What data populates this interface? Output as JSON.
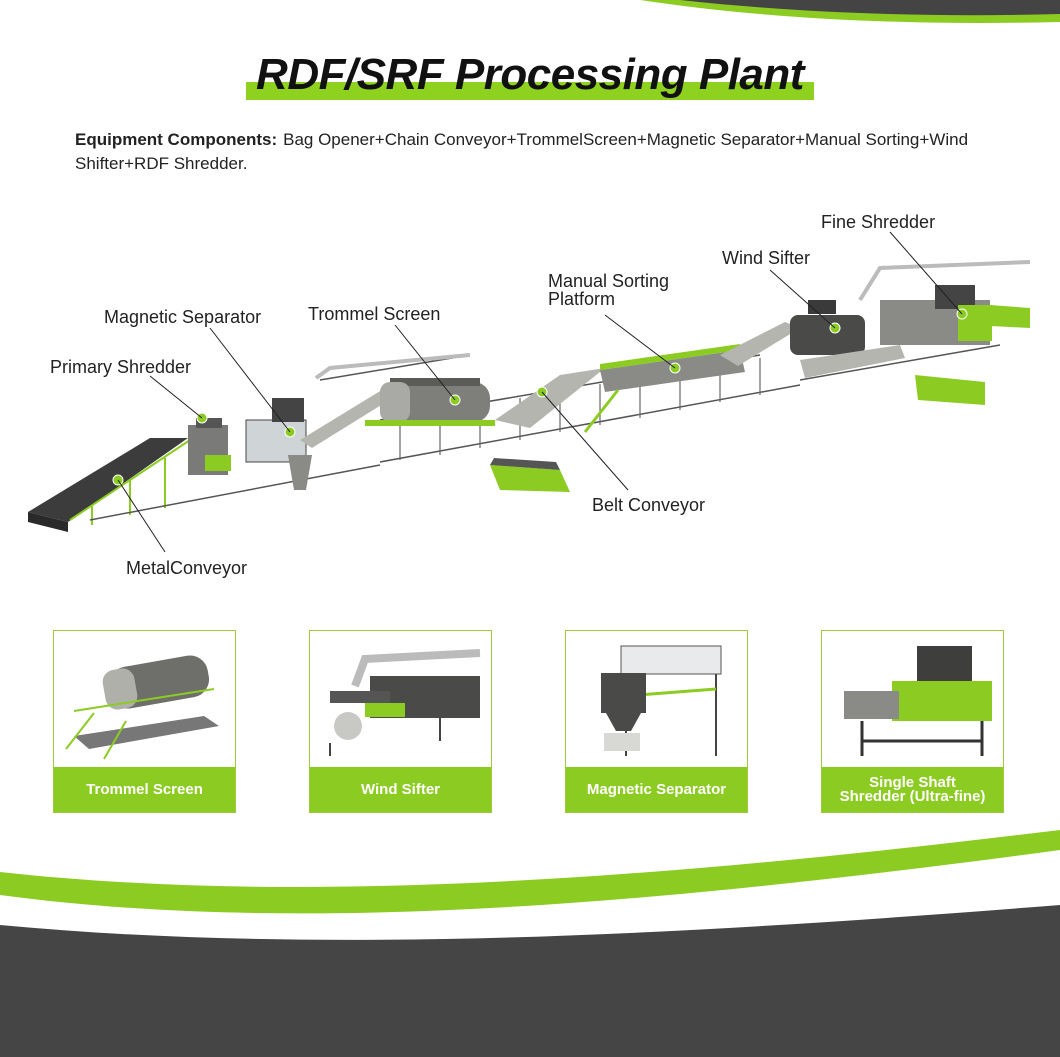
{
  "title": "RDF/SRF Processing Plant",
  "components": {
    "label": "Equipment Components:",
    "text": "Bag Opener+Chain Conveyor+TrommelScreen+Magnetic Separator+Manual Sorting+Wind Shifter+RDF Shredder."
  },
  "callouts": {
    "fine_shredder": "Fine Shredder",
    "wind_sifter": "Wind Sifter",
    "manual_sorting": "Manual Sorting Platform",
    "trommel_screen": "Trommel Screen",
    "magnetic_separator": "Magnetic Separator",
    "primary_shredder": "Primary Shredder",
    "belt_conveyor": "Belt Conveyor",
    "metal_conveyor": "MetalConveyor"
  },
  "cards": [
    {
      "caption": "Trommel Screen",
      "icon": "trommel-screen-icon"
    },
    {
      "caption": "Wind Sifter",
      "icon": "wind-sifter-icon"
    },
    {
      "caption": "Magnetic Separator",
      "icon": "magnetic-separator-icon"
    },
    {
      "caption_line1": "Single Shaft",
      "caption_line2": "Shredder (Ultra-fine)",
      "icon": "shredder-icon"
    }
  ],
  "colors": {
    "brand_green": "#8ccc22",
    "dark_gray": "#444444",
    "machine_gray": "#8a8a86"
  }
}
